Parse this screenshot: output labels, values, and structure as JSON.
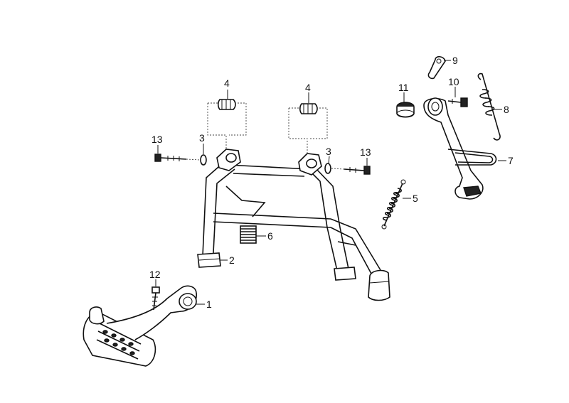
{
  "callouts": {
    "c1": "1",
    "c2": "2",
    "c3a": "3",
    "c3b": "3",
    "c4a": "4",
    "c4b": "4",
    "c5": "5",
    "c6": "6",
    "c7": "7",
    "c8": "8",
    "c9": "9",
    "c10": "10",
    "c11": "11",
    "c12": "12",
    "c13a": "13",
    "c13b": "13"
  }
}
